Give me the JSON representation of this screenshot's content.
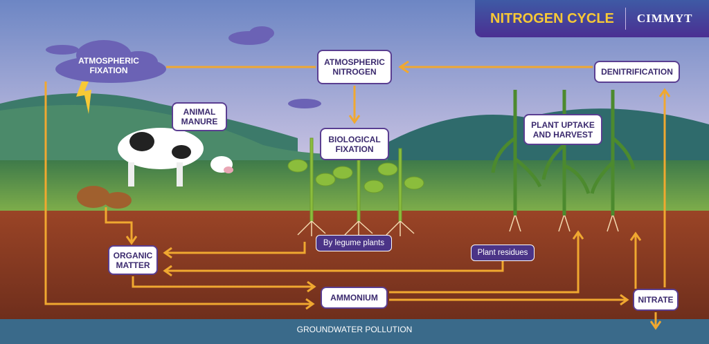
{
  "header": {
    "title": "NITROGEN CYCLE",
    "logo": "CIMMYT"
  },
  "labels": {
    "atmospheric_fixation": "ATMOSPHERIC FIXATION",
    "atmospheric_nitrogen": "ATMOSPHERIC NITROGEN",
    "denitrification": "DENITRIFICATION",
    "animal_manure": "ANIMAL MANURE",
    "biological_fixation": "BIOLOGICAL FIXATION",
    "plant_uptake": "PLANT UPTAKE AND HARVEST",
    "by_legume": "By legume plants",
    "plant_residues": "Plant residues",
    "organic_matter": "ORGANIC MATTER",
    "ammonium": "AMMONIUM",
    "nitrate": "NITRATE",
    "groundwater": "GROUNDWATER POLLUTION"
  },
  "colors": {
    "arrow": "#f0a830",
    "label_border": "#5a3e91",
    "title": "#f7c936",
    "soil": "#8a3a22",
    "groundwater": "#3a6a8a"
  }
}
